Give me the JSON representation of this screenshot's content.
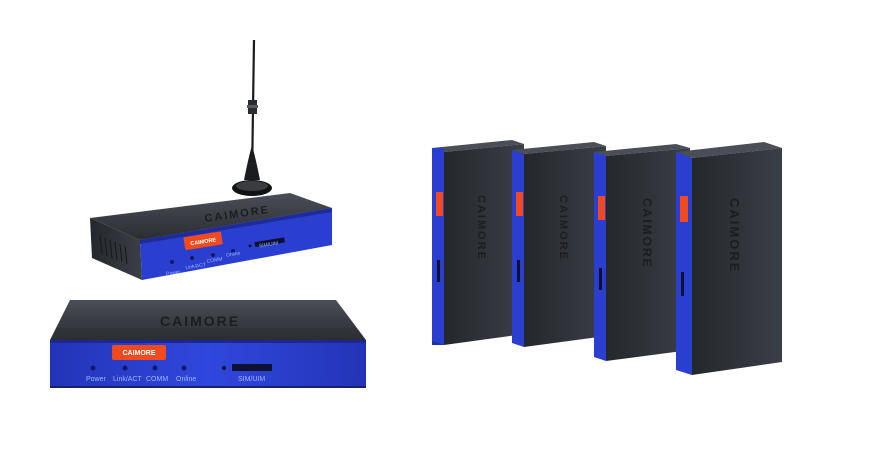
{
  "colors": {
    "background": "#ffffff",
    "case_dark": "#2b2e33",
    "case_top": "#3a3e45",
    "panel_blue": "#2a3fd0",
    "badge_orange": "#f04a1e",
    "label_blue": "#9fb2ff"
  },
  "brand": "CAIMORE",
  "badge_text": "CAIMORE",
  "labels": {
    "power": "Power",
    "link_act": "Link/ACT",
    "comm": "COMM",
    "online": "Online",
    "sim_uim": "SIM/UIM"
  },
  "icons": {
    "antenna": "antenna-icon",
    "led": "led-indicator-icon"
  }
}
